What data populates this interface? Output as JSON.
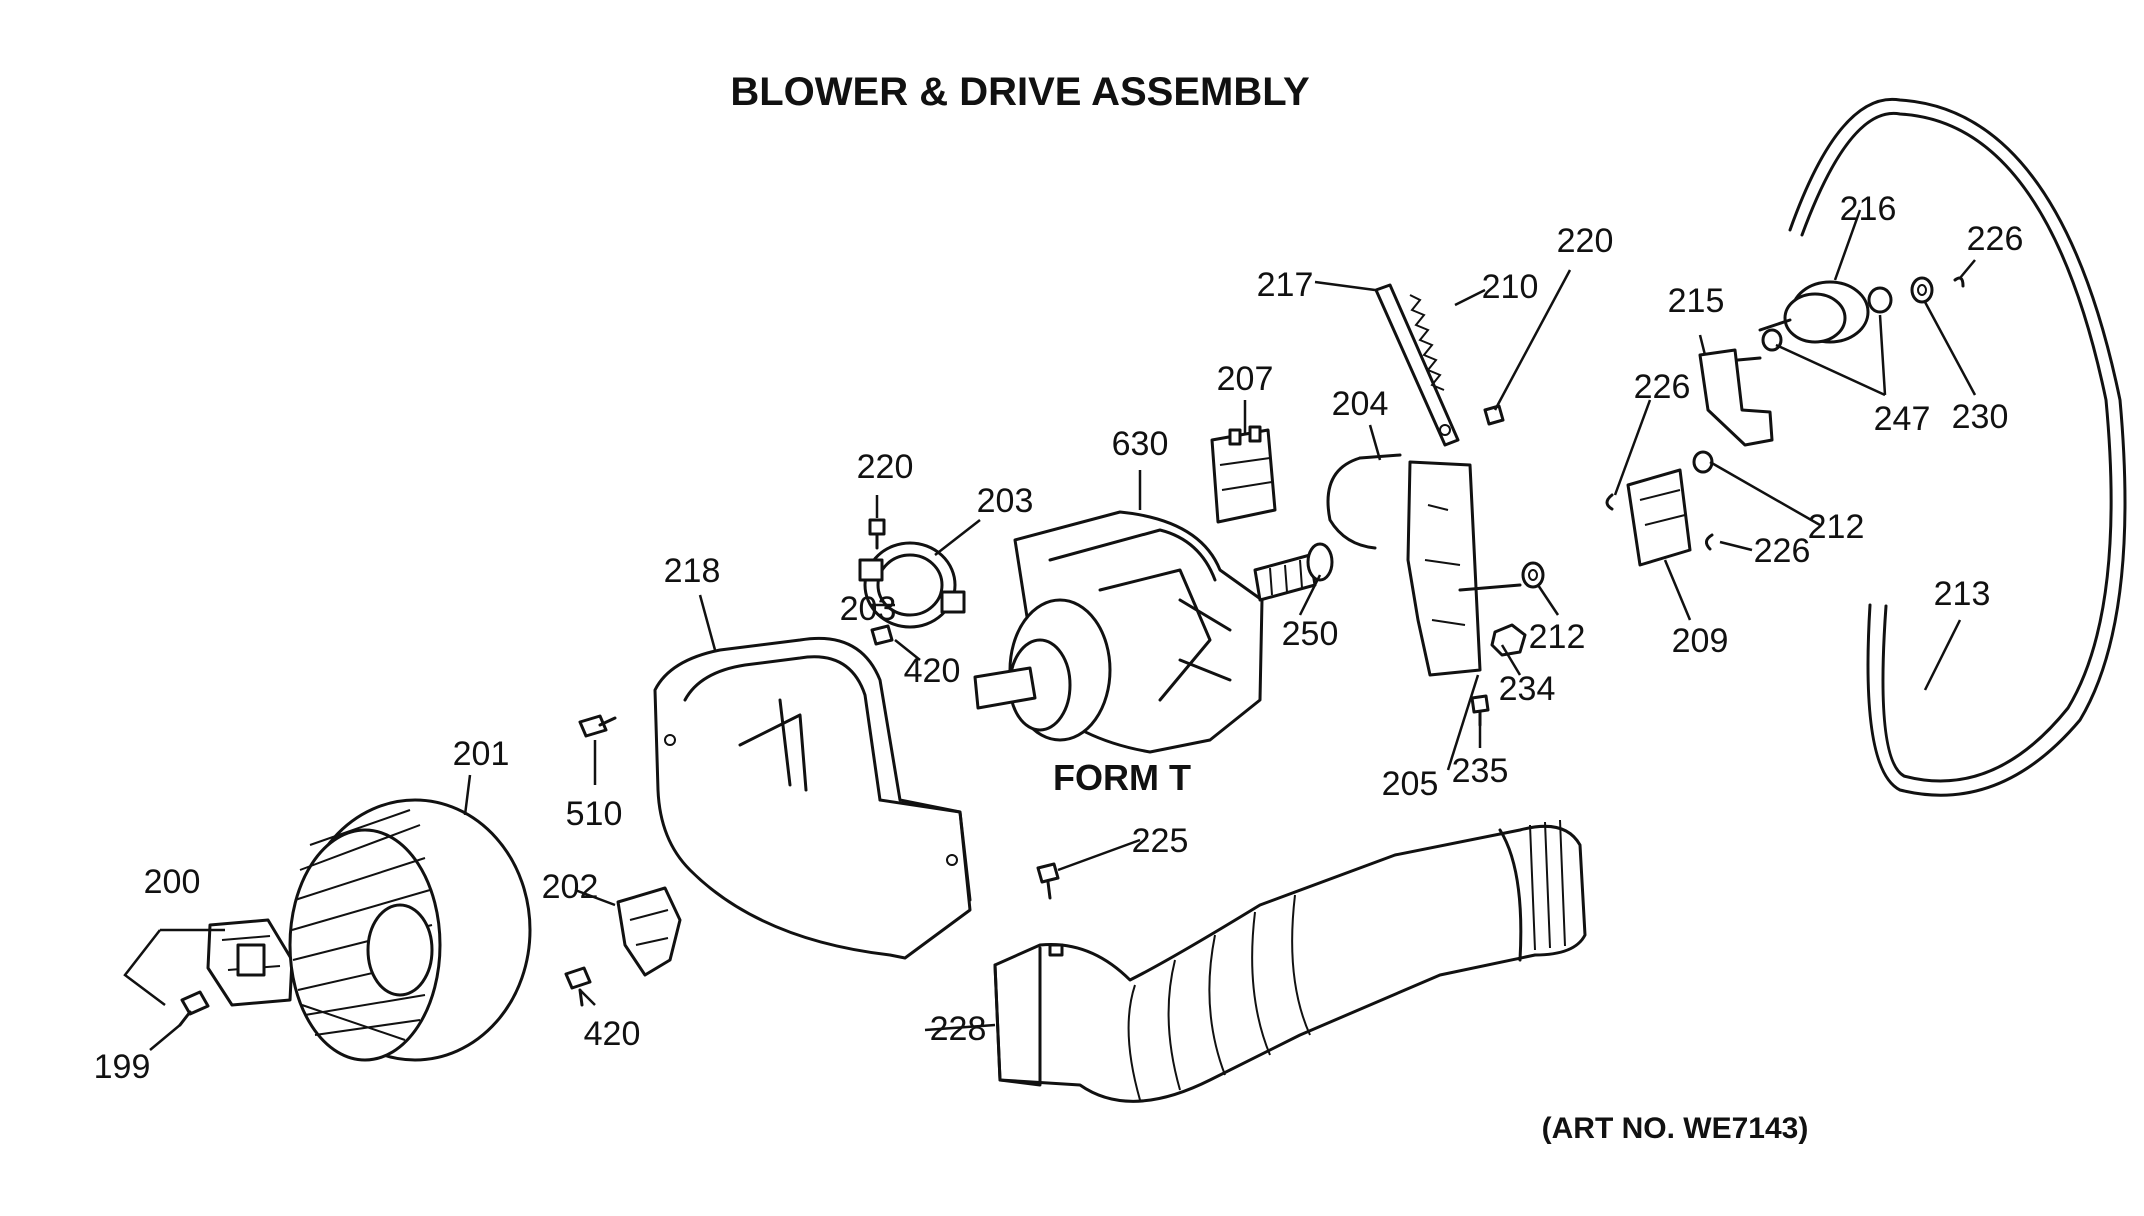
{
  "title": "BLOWER & DRIVE ASSEMBLY",
  "model_label": "FORM T",
  "art_number": "(ART NO. WE7143)",
  "callouts": {
    "c199": "199",
    "c200": "200",
    "c201": "201",
    "c202": "202",
    "c203a": "203",
    "c203b": "203",
    "c204": "204",
    "c205": "205",
    "c207": "207",
    "c209": "209",
    "c210": "210",
    "c212a": "212",
    "c212b": "212",
    "c213": "213",
    "c215": "215",
    "c216": "216",
    "c217": "217",
    "c218": "218",
    "c220a": "220",
    "c220b": "220",
    "c225": "225",
    "c226a": "226",
    "c226b": "226",
    "c226c": "226",
    "c228": "228",
    "c230": "230",
    "c234": "234",
    "c235": "235",
    "c247": "247",
    "c250": "250",
    "c420a": "420",
    "c420b": "420",
    "c510": "510",
    "c630": "630"
  }
}
